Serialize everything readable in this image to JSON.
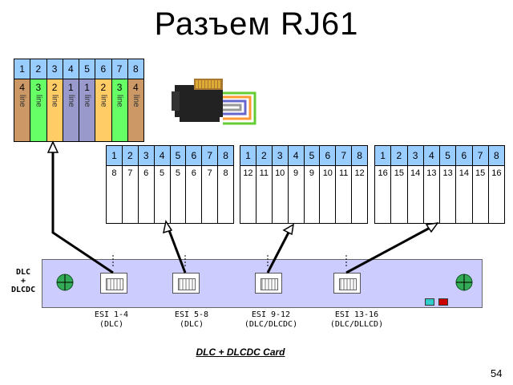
{
  "title": "Разъем  RJ61",
  "rj11": {
    "header": [
      "1",
      "2",
      "3",
      "4",
      "5",
      "6",
      "7",
      "8"
    ],
    "cells": [
      {
        "n": "4",
        "t": "line",
        "color": "#cc9966"
      },
      {
        "n": "3",
        "t": "line",
        "color": "#66ff66"
      },
      {
        "n": "2",
        "t": "line",
        "color": "#ffcc66"
      },
      {
        "n": "1",
        "t": "line",
        "color": "#9999cc"
      },
      {
        "n": "1",
        "t": "line",
        "color": "#9999cc"
      },
      {
        "n": "2",
        "t": "line",
        "color": "#ffcc66"
      },
      {
        "n": "3",
        "t": "line",
        "color": "#66ff66"
      },
      {
        "n": "4",
        "t": "line",
        "color": "#cc9966"
      }
    ]
  },
  "blocks": [
    {
      "header": [
        "1",
        "2",
        "3",
        "4",
        "5",
        "6",
        "7",
        "8"
      ],
      "values": [
        "8",
        "7",
        "6",
        "5",
        "5",
        "6",
        "7",
        "8"
      ]
    },
    {
      "header": [
        "1",
        "2",
        "3",
        "4",
        "5",
        "6",
        "7",
        "8"
      ],
      "values": [
        "12",
        "11",
        "10",
        "9",
        "9",
        "10",
        "11",
        "12"
      ]
    },
    {
      "header": [
        "1",
        "2",
        "3",
        "4",
        "5",
        "6",
        "7",
        "8"
      ],
      "values": [
        "16",
        "15",
        "14",
        "13",
        "13",
        "14",
        "15",
        "16"
      ]
    }
  ],
  "card": {
    "label_lines": [
      "DLC",
      "+",
      "DLCDC"
    ],
    "ports": [
      {
        "label1": "ESI 1-4",
        "label2": "(DLC)"
      },
      {
        "label1": "ESI 5-8",
        "label2": "(DLC)"
      },
      {
        "label1": "ESI 9-12",
        "label2": "(DLC/DLCDC)"
      },
      {
        "label1": "ESI 13-16",
        "label2": "(DLC/DLLCD)"
      }
    ],
    "caption": "DLC + DLCDC Card"
  },
  "page_number": "54",
  "colors": {
    "header": "#99ccff",
    "card": "#ccccff",
    "led_green": "#33cccc",
    "led_red": "#cc0000"
  }
}
